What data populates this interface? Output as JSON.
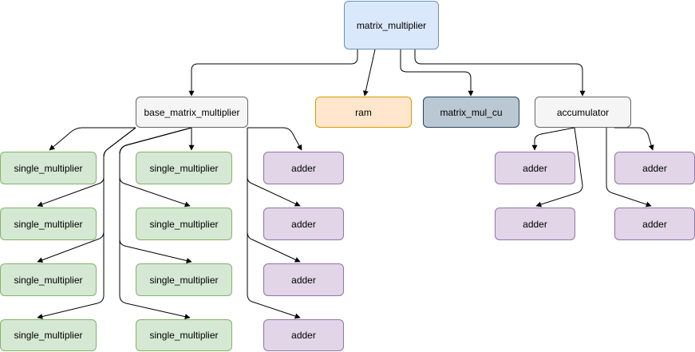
{
  "root": {
    "label": "matrix_multiplier"
  },
  "base": {
    "label": "base_matrix_multiplier"
  },
  "ram": {
    "label": "ram"
  },
  "cu": {
    "label": "matrix_mul_cu"
  },
  "accumulator": {
    "label": "accumulator"
  },
  "singles": [
    {
      "label": "single_multiplier"
    },
    {
      "label": "single_multiplier"
    },
    {
      "label": "single_multiplier"
    },
    {
      "label": "single_multiplier"
    },
    {
      "label": "single_multiplier"
    },
    {
      "label": "single_multiplier"
    },
    {
      "label": "single_multiplier"
    },
    {
      "label": "single_multiplier"
    }
  ],
  "base_adders": [
    {
      "label": "adder"
    },
    {
      "label": "adder"
    },
    {
      "label": "adder"
    },
    {
      "label": "adder"
    }
  ],
  "acc_adders": [
    {
      "label": "adder"
    },
    {
      "label": "adder"
    },
    {
      "label": "adder"
    },
    {
      "label": "adder"
    }
  ]
}
